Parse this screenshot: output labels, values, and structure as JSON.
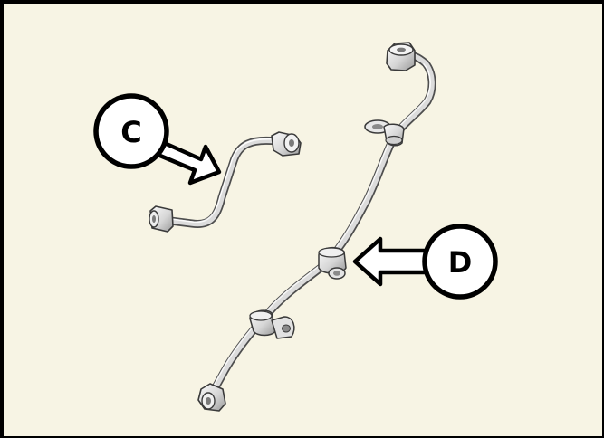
{
  "diagram": {
    "background_color": "#f7f4e4",
    "border_color": "#000000",
    "callouts": [
      {
        "label": "C",
        "points_to": "short-fuel-line"
      },
      {
        "label": "D",
        "points_to": "long-fuel-line"
      }
    ],
    "parts": [
      {
        "name": "short-fuel-line",
        "icon": "bent-pipe-with-fittings"
      },
      {
        "name": "long-fuel-line",
        "icon": "long-pipe-with-brackets"
      }
    ]
  }
}
